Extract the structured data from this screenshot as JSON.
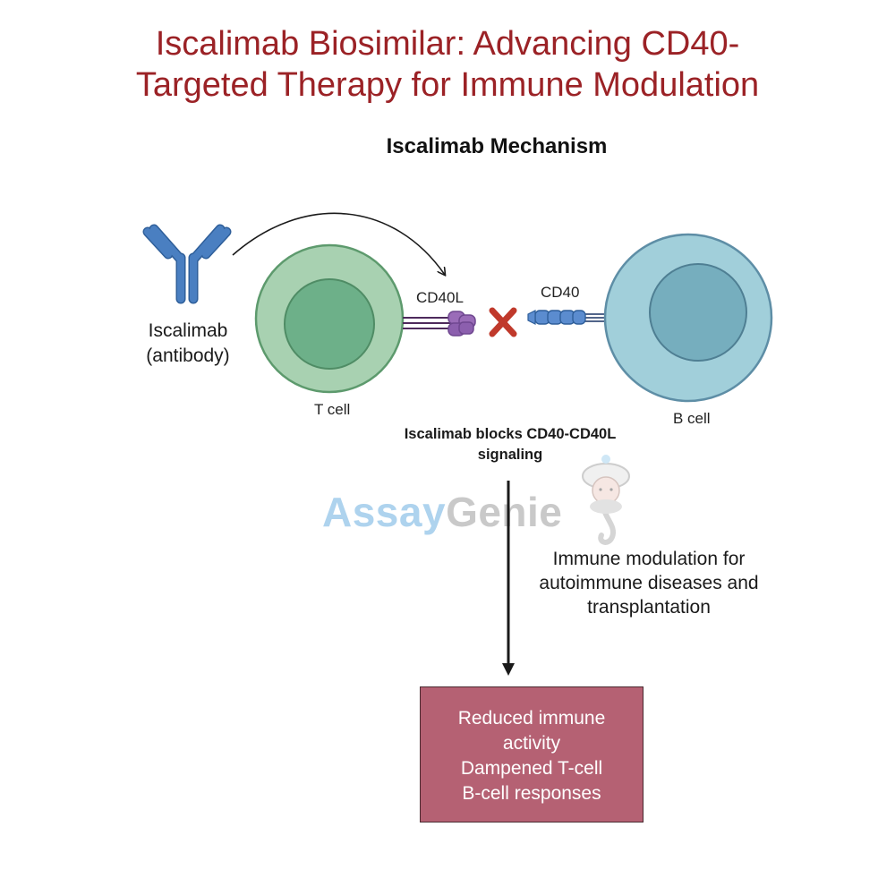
{
  "title_lines": [
    "Iscalimab Biosimilar: Advancing CD40-",
    "Targeted Therapy for Immune Modulation"
  ],
  "subtitle": "Iscalimab Mechanism",
  "antibody": {
    "label_lines": [
      "Iscalimab",
      "(antibody)"
    ],
    "icon": "antibody-y-icon",
    "color": "#4a7fc1"
  },
  "t_cell": {
    "label": "T cell",
    "ligand_label": "CD40L",
    "outer_color": "#a8d1b1",
    "inner_color": "#6db089"
  },
  "b_cell": {
    "label": "B cell",
    "receptor_label": "CD40",
    "outer_color": "#a1cfda",
    "inner_color": "#76aebe"
  },
  "block_icon": "block-x-icon",
  "block_color": "#c0392b",
  "block_text_lines": [
    "Iscalimab blocks CD40-CD40L",
    "signaling"
  ],
  "watermark": {
    "part1": "Assay",
    "part2": "Genie",
    "icon": "genie-mascot-icon"
  },
  "modulation_lines": [
    "Immune modulation for",
    "autoimmune diseases and",
    "transplantation"
  ],
  "result_lines": [
    "Reduced immune",
    "activity",
    "Dampened T-cell",
    "B-cell responses"
  ],
  "result_color": "#b56173"
}
